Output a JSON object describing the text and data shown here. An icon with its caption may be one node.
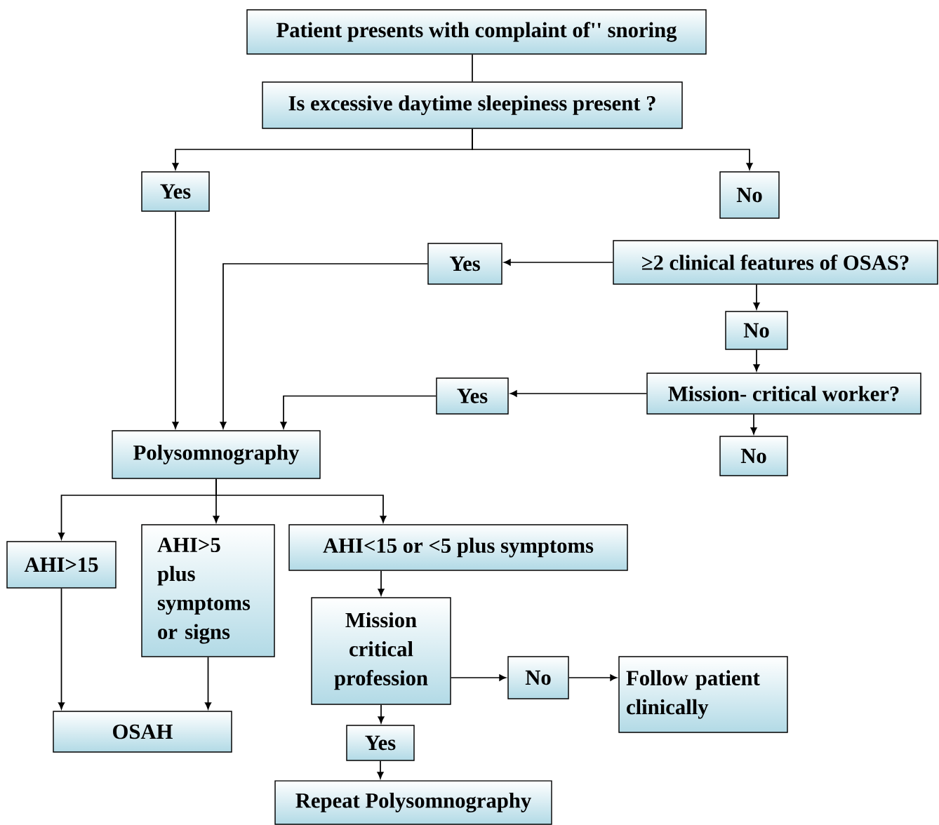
{
  "diagram": {
    "nodes": [
      {
        "text": [
          "Patient presents with complaint of'' snoring"
        ]
      },
      {
        "text": [
          "Is excessive daytime sleepiness present ?"
        ]
      },
      {
        "text": [
          "Yes"
        ]
      },
      {
        "text": [
          "No"
        ]
      },
      {
        "text": [
          "Yes"
        ]
      },
      {
        "text": [
          "≥2 clinical features of OSAS?"
        ]
      },
      {
        "text": [
          "No"
        ]
      },
      {
        "text": [
          "Yes"
        ]
      },
      {
        "text": [
          "Mission- critical worker?"
        ]
      },
      {
        "text": [
          "No"
        ]
      },
      {
        "text": [
          "Polysomnography"
        ]
      },
      {
        "text": [
          "AHI>15"
        ]
      },
      {
        "text": [
          "AHI>5 plus symptoms or signs"
        ]
      },
      {
        "text": [
          "AHI<15 or <5 plus symptoms"
        ]
      },
      {
        "text": [
          "Mission critical profession"
        ]
      },
      {
        "text": [
          "No"
        ]
      },
      {
        "text": [
          "Follow patient clinically"
        ]
      },
      {
        "text": [
          "OSAH"
        ]
      },
      {
        "text": [
          "Yes"
        ]
      },
      {
        "text": [
          "Repeat Polysomnography"
        ]
      }
    ],
    "edges": [
      {
        "from": 0,
        "to": 1,
        "arrow": "none"
      },
      {
        "from": 1,
        "to": 2,
        "arrow": "to"
      },
      {
        "from": 1,
        "to": 3,
        "arrow": "to"
      },
      {
        "from": 2,
        "to": 10,
        "arrow": "to"
      },
      {
        "from": 5,
        "to": 4,
        "arrow": "to"
      },
      {
        "from": 4,
        "to": 10,
        "arrow": "to"
      },
      {
        "from": 5,
        "to": 6,
        "arrow": "to"
      },
      {
        "from": 6,
        "to": 8,
        "arrow": "to"
      },
      {
        "from": 8,
        "to": 7,
        "arrow": "to"
      },
      {
        "from": 7,
        "to": 10,
        "arrow": "to"
      },
      {
        "from": 8,
        "to": 9,
        "arrow": "to"
      },
      {
        "from": 10,
        "to": 11,
        "arrow": "to"
      },
      {
        "from": 10,
        "to": 12,
        "arrow": "to"
      },
      {
        "from": 10,
        "to": 13,
        "arrow": "to"
      },
      {
        "from": 11,
        "to": 17,
        "arrow": "to"
      },
      {
        "from": 12,
        "to": 17,
        "arrow": "to"
      },
      {
        "from": 13,
        "to": 14,
        "arrow": "to"
      },
      {
        "from": 14,
        "to": 15,
        "arrow": "to"
      },
      {
        "from": 15,
        "to": 16,
        "arrow": "to"
      },
      {
        "from": 14,
        "to": 18,
        "arrow": "to"
      },
      {
        "from": 18,
        "to": 19,
        "arrow": "to"
      }
    ]
  }
}
